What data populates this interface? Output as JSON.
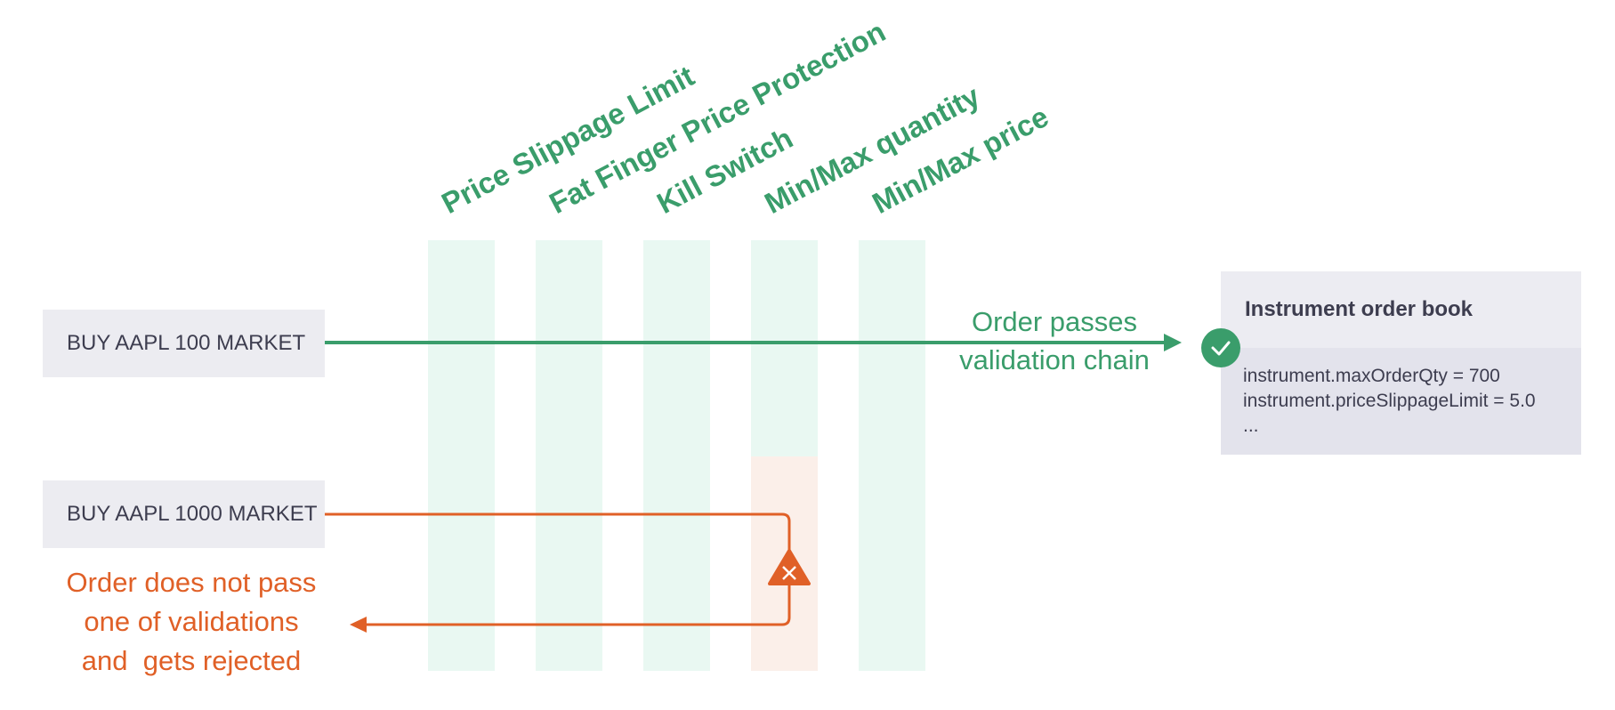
{
  "orders": {
    "pass_label": "BUY AAPL 100 MARKET",
    "fail_label": "BUY AAPL 1000 MARKET"
  },
  "validations": [
    "Price Slippage Limit",
    "Fat Finger Price Protection",
    "Kill Switch",
    "Min/Max quantity",
    "Min/Max price"
  ],
  "pass_message": [
    "Order passes",
    "validation chain"
  ],
  "fail_message": [
    "Order does not pass",
    "one of validations",
    "and  gets rejected"
  ],
  "order_book": {
    "title": "Instrument order book",
    "lines": [
      "instrument.maxOrderQty = 700",
      "instrument.priceSlippageLimit = 5.0",
      "..."
    ]
  },
  "colors": {
    "pass": "#3a9d6b",
    "fail": "#e06027",
    "column": "#e9f8f2",
    "reject_zone": "#fbefe9",
    "box": "#ececf1"
  }
}
